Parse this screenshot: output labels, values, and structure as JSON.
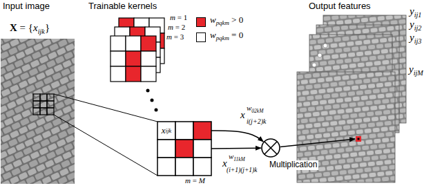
{
  "diagram": {
    "nodes": [
      {
        "text": [
          "m = M"
        ]
      },
      {
        "text": [
          "xijk"
        ],
        "in": 0
      },
      {
        "text": [
          "Multiplication"
        ]
      }
    ],
    "edges": [
      {
        "from": 0,
        "to": 2,
        "arrow": "to"
      },
      {
        "from": 0,
        "to": 2,
        "arrow": "to"
      }
    ],
    "labels": [
      "Input image",
      "Trainable kernels",
      "Output features",
      "X = {xijk}",
      "m = 1",
      "m = 2",
      "m = 3",
      "yij1",
      "yij2",
      "yij3",
      "yijM",
      "x",
      "w02kM",
      "i(j+2)k",
      "x",
      "w11kM",
      "(i+1)(j+1)k"
    ],
    "legend": [
      {
        "text": "wpqkm > 0",
        "color": "#e8262c"
      },
      {
        "text": "wpqkm = 0",
        "color": "#ffffff"
      }
    ]
  }
}
